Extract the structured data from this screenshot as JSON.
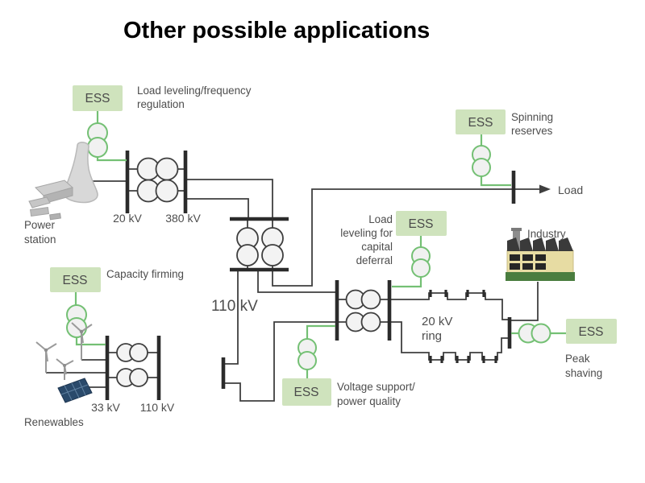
{
  "title": "Other possible applications",
  "colors": {
    "ess_fill": "#cfe3bd",
    "green": "#74c074",
    "line": "#3f3f3f",
    "bus": "#2b2b2b",
    "text": "#4d4d4d"
  },
  "ess_units": [
    {
      "label": "ESS",
      "annotation": [
        "Load leveling/frequency",
        "regulation"
      ]
    },
    {
      "label": "ESS",
      "annotation": [
        "Capacity firming"
      ]
    },
    {
      "label": "ESS",
      "annotation": [
        "Spinning",
        "reserves"
      ]
    },
    {
      "label": "ESS",
      "annotation": [
        "Load",
        "leveling for",
        "capital",
        "deferral"
      ]
    },
    {
      "label": "ESS",
      "annotation": [
        "Voltage support/",
        "power quality"
      ]
    },
    {
      "label": "ESS",
      "annotation": [
        "Peak",
        "shaving"
      ]
    }
  ],
  "labels": {
    "power_station": [
      "Power",
      "station"
    ],
    "renewables": "Renewables",
    "industry": "Industry",
    "load": "Load",
    "kv20": "20 kV",
    "kv380": "380 kV",
    "kv110_mid": "110 kV",
    "kv33": "33 kV",
    "kv110_renewables": "110 kV",
    "ring": [
      "20 kV",
      "ring"
    ]
  }
}
